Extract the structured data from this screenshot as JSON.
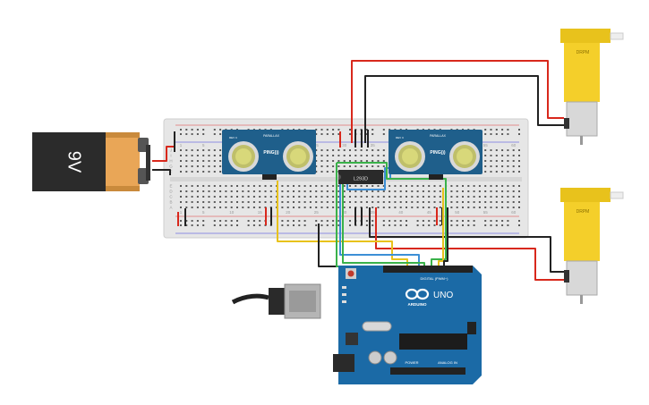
{
  "battery": {
    "label": "9V"
  },
  "sensors": [
    {
      "brand": "PARALLAX",
      "model": "PING)))",
      "rev": "REV C"
    },
    {
      "brand": "PARALLAX",
      "model": "PING)))",
      "rev": "REV C"
    }
  ],
  "chip": {
    "label": "L293D"
  },
  "motors": [
    {
      "label": "DRPM"
    },
    {
      "label": "DRPM"
    }
  ],
  "arduino": {
    "brand": "ARDUINO",
    "model": "UNO",
    "digital_label": "DIGITAL (PWM~)",
    "power_label": "POWER",
    "analog_label": "ANALOG IN"
  },
  "breadboard": {
    "col_numbers": [
      "1",
      "5",
      "10",
      "15",
      "20",
      "25",
      "30",
      "35",
      "40",
      "45",
      "50",
      "55",
      "60"
    ],
    "row_letters": [
      "J",
      "I",
      "H",
      "G",
      "F",
      "E",
      "D",
      "C",
      "B",
      "A"
    ]
  },
  "colors": {
    "battery_body": "#2a2a2a",
    "battery_label": "#e9a657",
    "breadboard": "#e8e8e8",
    "sensor_board": "#1f5f8b",
    "arduino_board": "#1b6aa6",
    "motor_yellow": "#f4cf2a",
    "wire_red": "#d8281c",
    "wire_black": "#222222",
    "wire_yellow": "#e8c21c",
    "wire_green": "#3ab24a",
    "wire_blue": "#3d8fd6"
  }
}
